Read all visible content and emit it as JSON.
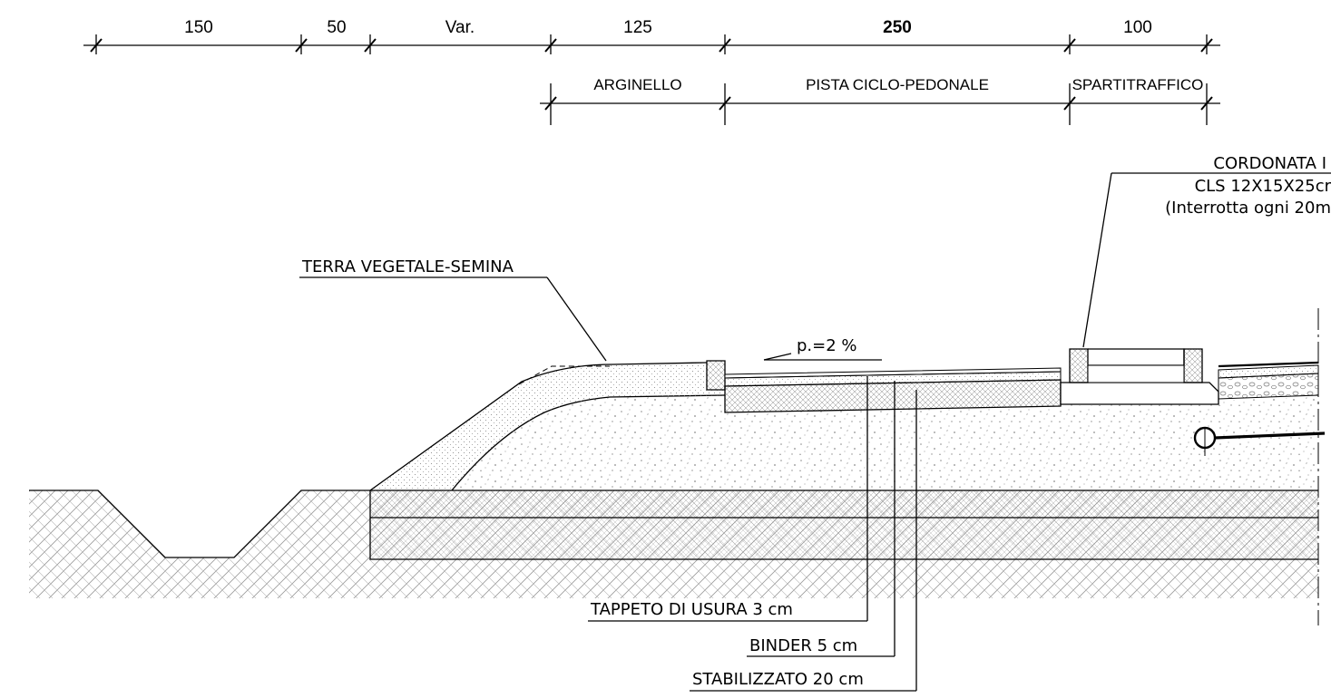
{
  "dimensions": {
    "top_row": [
      "150",
      "50",
      "Var.",
      "125",
      "250",
      "100"
    ],
    "zones": [
      "ARGINELLO",
      "PISTA CICLO-PEDONALE",
      "SPARTITRAFFICO"
    ]
  },
  "callouts": {
    "terra": "TERRA VEGETALE-SEMINA",
    "slope": "p.=2 %",
    "cordonata_line1": "CORDONATA I",
    "cordonata_line2": "CLS 12X15X25cr",
    "cordonata_line3": "(Interrotta ogni 20m",
    "tappeto": "TAPPETO DI USURA 3 cm",
    "binder": "BINDER 5 cm",
    "stabilizzato": "STABILIZZATO 20 cm"
  },
  "colors": {
    "line": "#000000",
    "background": "#ffffff",
    "hatch": "#9a9a9a",
    "fill_stipple": "#a6a6a6"
  }
}
